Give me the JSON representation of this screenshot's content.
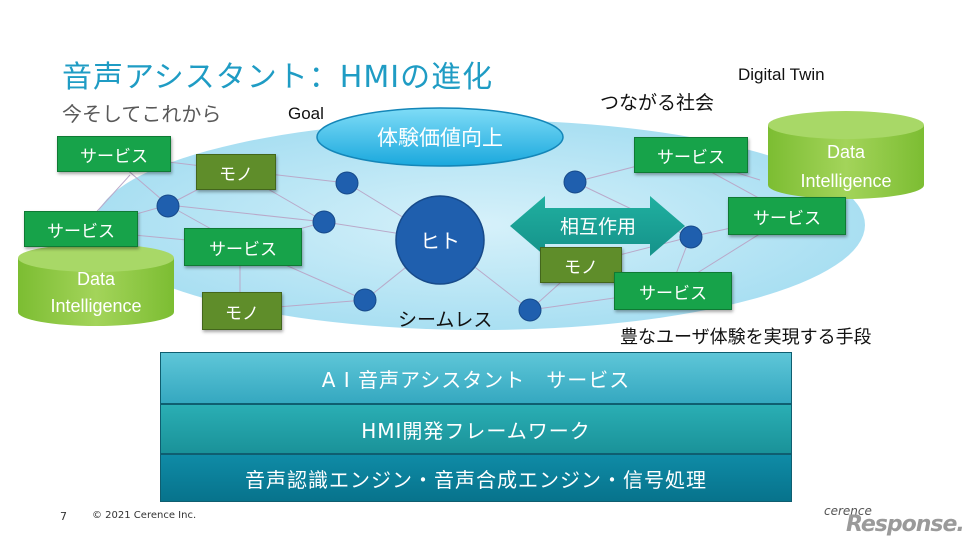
{
  "slide": {
    "title": "音声アシスタント：HMIの進化",
    "subtitle": "今そしてこれから",
    "page_number": "7",
    "copyright": "© 2021 Cerence Inc."
  },
  "diagram": {
    "goal_label": "Goal",
    "goal_bubble": "体験価値向上",
    "digital_twin": "Digital Twin",
    "connected_society": "つながる社会",
    "human": "ヒト",
    "interaction_arrow": "相互作用",
    "seamless": "シームレス",
    "means": "豊なユーザ体験を実現する手段",
    "data_intelligence_left": [
      "Data",
      "Intelligence"
    ],
    "data_intelligence_right": [
      "Data",
      "Intelligence"
    ],
    "service_label": "サービス",
    "thing_label": "モノ"
  },
  "layers": {
    "top": "A I 音声アシスタント　サービス",
    "middle": "HMI開発フレームワーク",
    "bottom": "音声認識エンジン・音声合成エンジン・信号処理"
  },
  "logos": {
    "cerence": "cerence",
    "response": "Response."
  },
  "colors": {
    "title": "#1f9cc4",
    "service_box": "#17a34a",
    "thing_box": "#5f8d2a",
    "data_intelligence": "#8dc63f",
    "node": "#1f5fae",
    "ellipse_background": "#bfe8f5"
  }
}
